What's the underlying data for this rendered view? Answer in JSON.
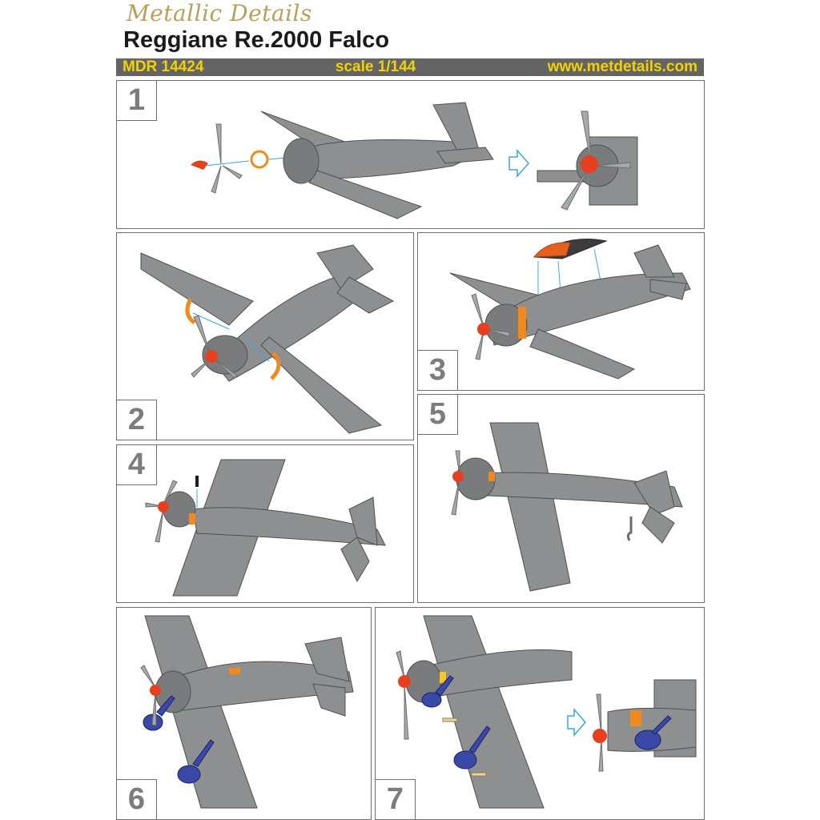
{
  "header": {
    "brand": "Metallic Details",
    "title": "Reggiane Re.2000 Falco",
    "code": "MDR 14424",
    "scale": "scale 1/144",
    "url": "www.metdetails.com"
  },
  "steps": [
    {
      "number": "1"
    },
    {
      "number": "2"
    },
    {
      "number": "3"
    },
    {
      "number": "4"
    },
    {
      "number": "5"
    },
    {
      "number": "6"
    },
    {
      "number": "7"
    }
  ],
  "colors": {
    "banner_bg": "#646464",
    "banner_text": "#f2d200",
    "brand": "#b8a05a",
    "airframe": "#8e8f91",
    "spinner": "#e8401e",
    "photo_etch": "#f08a1c",
    "landing_gear": "#3a48a8",
    "guide_lines": "#39a9dc"
  },
  "icons": [
    "arrow-right-icon"
  ]
}
